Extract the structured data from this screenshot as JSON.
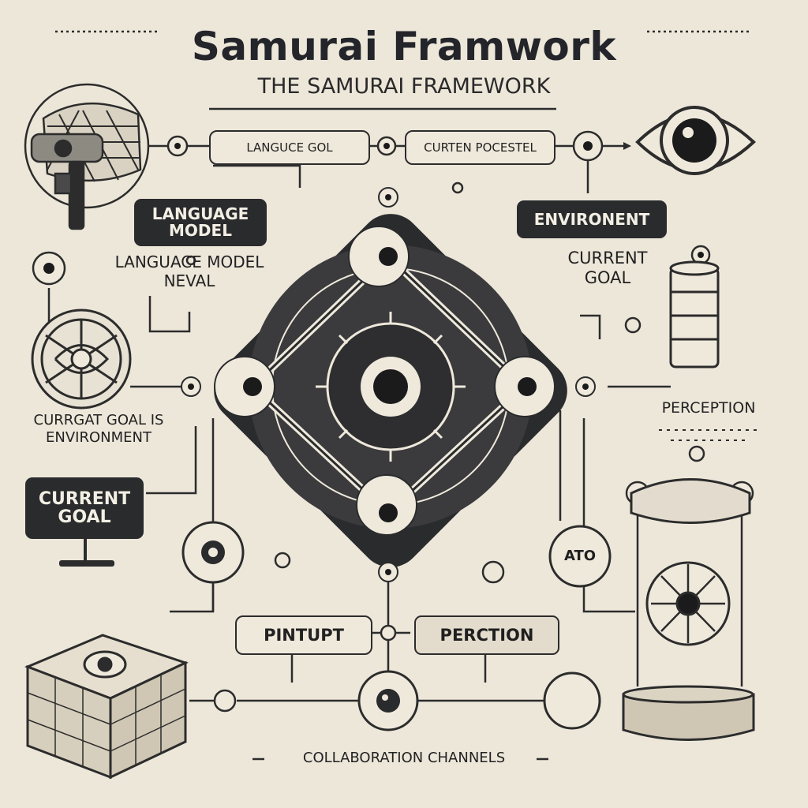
{
  "title": "Samurai Framwork",
  "subtitle": "THE SAMURAI FRAMEWORK",
  "top_pills": {
    "language_goal": "LANGUCE GOL",
    "current_process": "CURTEN POCESTEL"
  },
  "labels": {
    "language_model": "LANGUAGE MODEL",
    "language_model_eval": "LANGUACE MODEL NEVAL",
    "environment": "ENVIRONENT",
    "current_goal_right": "CURRENT GOAL",
    "current_goal_is_environment": "CURRGAT GOAL IS ENVIRONMENT",
    "current_goal_box": "CURRENT GOAL",
    "perception_right": "PERCEPTION",
    "ato": "ATO",
    "pintupt": "PINTUPT",
    "perception_bottom": "PERCTION",
    "collaboration_channels": "COLLABORATION CHANNELS"
  },
  "colors": {
    "background": "#ede7da",
    "ink": "#2a2b2d",
    "cream": "#efe9dc"
  },
  "icons": [
    "robot-head-icon",
    "eye-icon",
    "database-icon",
    "fan-icon",
    "monitor-icon",
    "cube-icon",
    "cylinder-platform-icon",
    "node-icon"
  ]
}
